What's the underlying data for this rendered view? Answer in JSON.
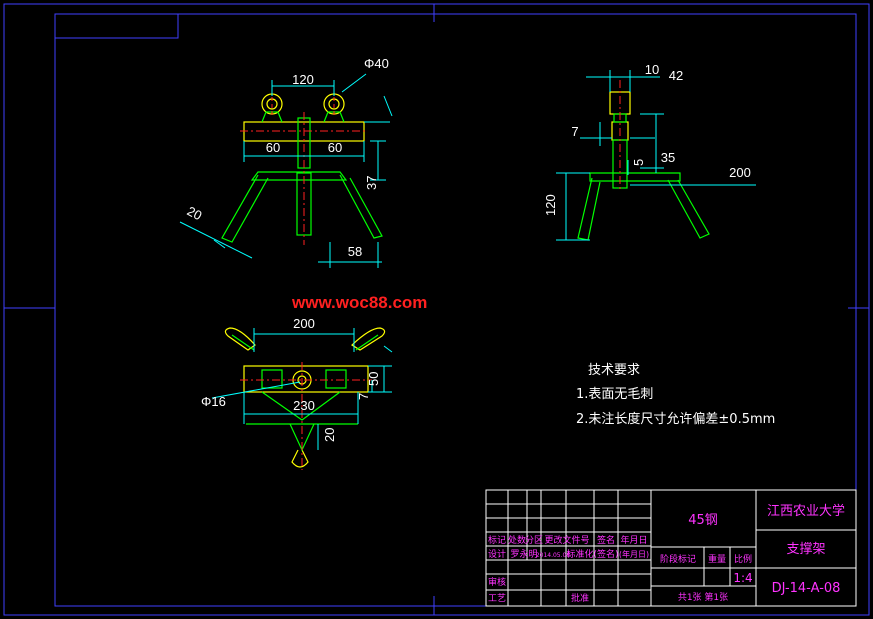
{
  "dimensions": {
    "front": {
      "spacing": "120",
      "diameter": "Φ40",
      "left_half": "60",
      "right_half": "60",
      "height": "37",
      "leg_width": "20",
      "foot": "58"
    },
    "side": {
      "top_a": "10",
      "top_b": "42",
      "height_a": "7",
      "small": "5",
      "mid": "35",
      "span": "200",
      "total_height": "120"
    },
    "top": {
      "span": "200",
      "diameter": "Φ16",
      "base": "230",
      "depth": "50",
      "small": "7",
      "tail": "20"
    }
  },
  "watermark": "www.woc88.com",
  "notes": {
    "heading": "技术要求",
    "items": [
      "1.表面无毛刺",
      "2.未注长度尺寸允许偏差±0.5mm"
    ]
  },
  "title_block": {
    "material": "45钢",
    "school": "江西农业大学",
    "part_name": "支撑架",
    "drawing_no": "DJ-14-A-08",
    "scale": "1:4",
    "headers": [
      "标记",
      "处数",
      "分区",
      "更改文件号",
      "签名",
      "年月日"
    ],
    "design_row": [
      "设计",
      "罗永明",
      "2014.05.08",
      "标准化",
      "(签名)",
      "(年月日)"
    ],
    "stage_label": "阶段标记",
    "weight_label": "重量",
    "scale_label": "比例",
    "review_label": "审核",
    "process_label": "工艺",
    "approve_label": "批准",
    "sheets": "共1张 第1张"
  }
}
